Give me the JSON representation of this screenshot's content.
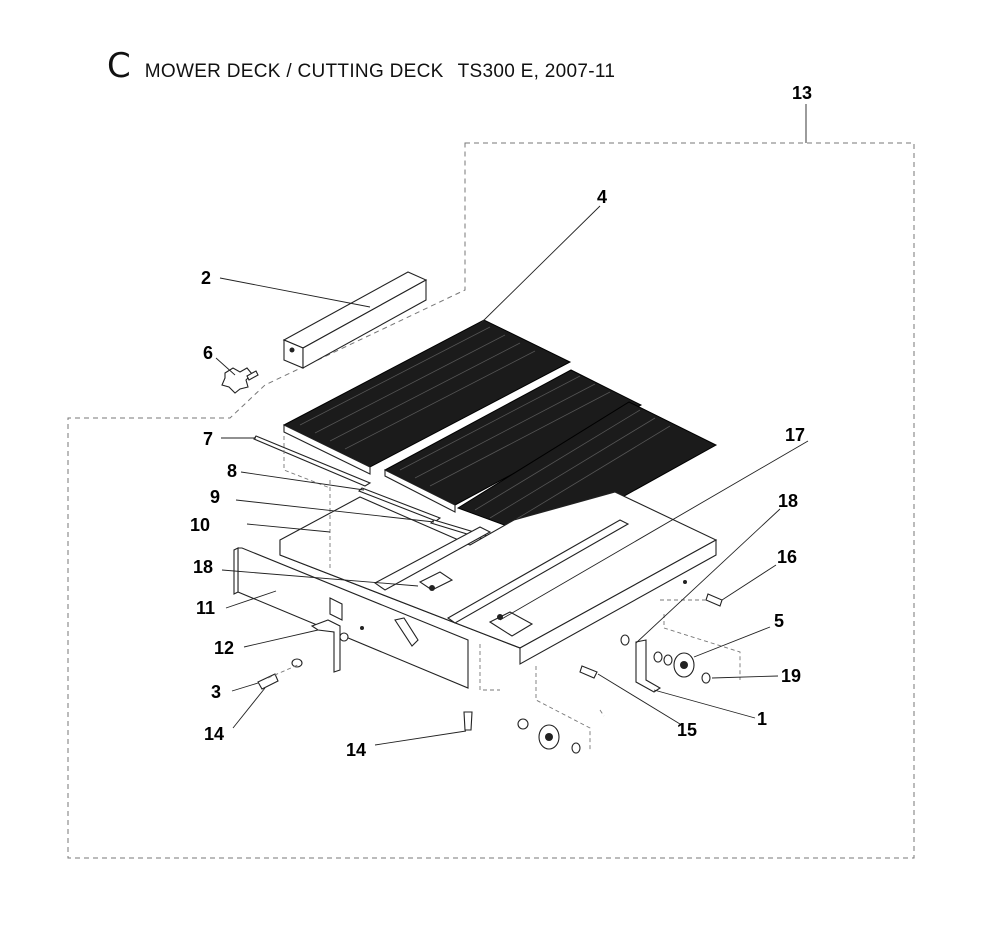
{
  "header": {
    "section_letter": "C",
    "title": "MOWER DECK / CUTTING DECK",
    "model": "TS300 E, 2007-11"
  },
  "callouts": [
    {
      "id": "c13",
      "label": "13"
    },
    {
      "id": "c4",
      "label": "4"
    },
    {
      "id": "c2",
      "label": "2"
    },
    {
      "id": "c6",
      "label": "6"
    },
    {
      "id": "c7",
      "label": "7"
    },
    {
      "id": "c8",
      "label": "8"
    },
    {
      "id": "c9",
      "label": "9"
    },
    {
      "id": "c10",
      "label": "10"
    },
    {
      "id": "c17",
      "label": "17"
    },
    {
      "id": "c18a",
      "label": "18"
    },
    {
      "id": "c18b",
      "label": "18"
    },
    {
      "id": "c16",
      "label": "16"
    },
    {
      "id": "c11",
      "label": "11"
    },
    {
      "id": "c5",
      "label": "5"
    },
    {
      "id": "c12",
      "label": "12"
    },
    {
      "id": "c19",
      "label": "19"
    },
    {
      "id": "c3",
      "label": "3"
    },
    {
      "id": "c1",
      "label": "1"
    },
    {
      "id": "c15",
      "label": "15"
    },
    {
      "id": "c14a",
      "label": "14"
    },
    {
      "id": "c14b",
      "label": "14"
    }
  ]
}
